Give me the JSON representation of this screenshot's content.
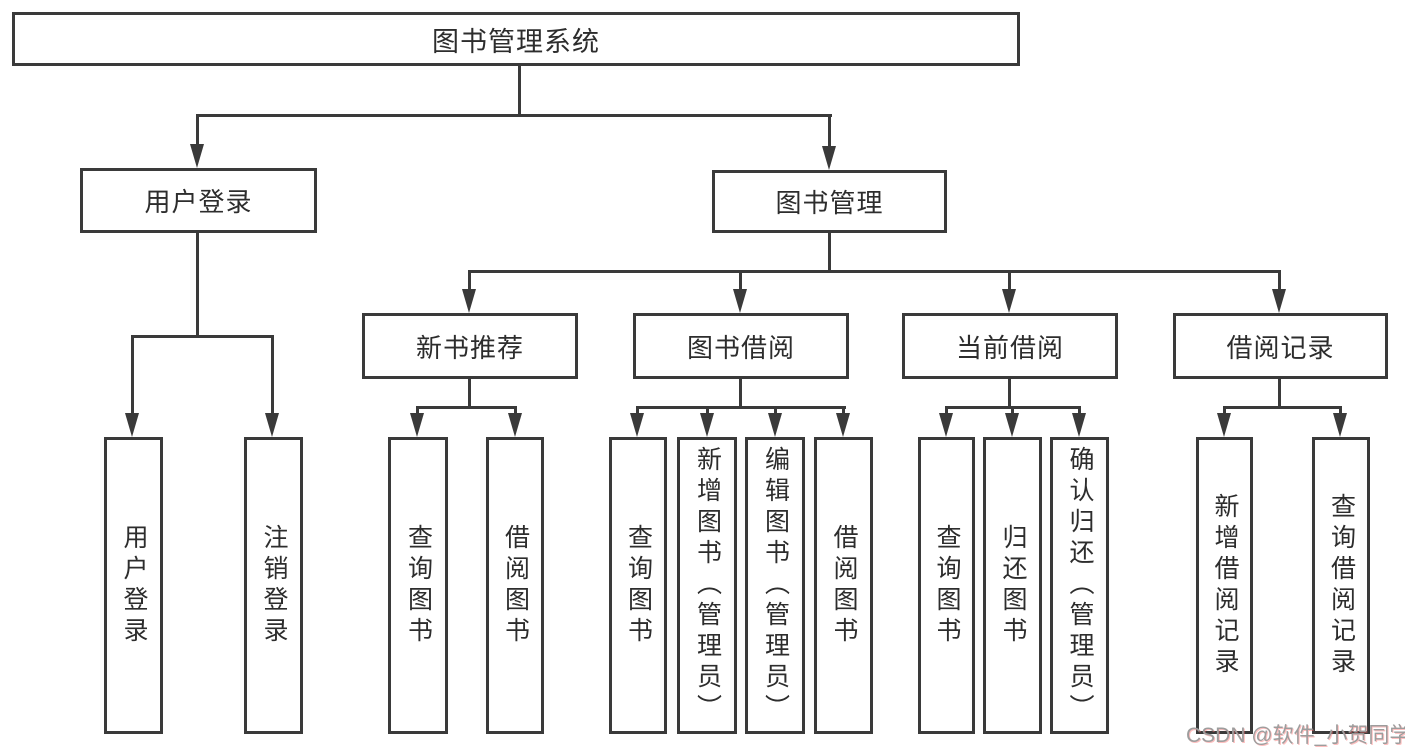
{
  "diagram": {
    "root": "图书管理系统",
    "branches": [
      {
        "label": "用户登录",
        "children": [
          "用户登录",
          "注销登录"
        ]
      },
      {
        "label": "图书管理",
        "children": [
          {
            "label": "新书推荐",
            "children": [
              "查询图书",
              "借阅图书"
            ]
          },
          {
            "label": "图书借阅",
            "children": [
              "查询图书",
              "新增图书（管理员）",
              "编辑图书（管理员）",
              "借阅图书"
            ]
          },
          {
            "label": "当前借阅",
            "children": [
              "查询图书",
              "归还图书",
              "确认归还（管理员）"
            ]
          },
          {
            "label": "借阅记录",
            "children": [
              "新增借阅记录",
              "查询借阅记录"
            ]
          }
        ]
      }
    ]
  },
  "watermark": {
    "text": "CSDN @软件_小贺同学"
  },
  "colors": {
    "line": "#3a3a3a",
    "text": "#2d2d2d",
    "background": "#ffffff",
    "watermark_gray": "#9d9d9d",
    "watermark_red": "#fa6e6e"
  }
}
